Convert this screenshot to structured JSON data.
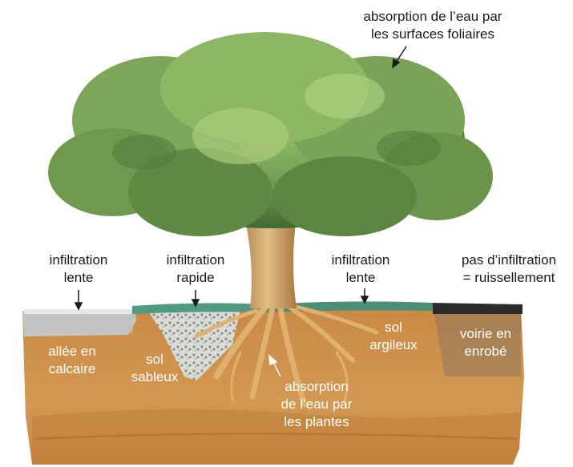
{
  "labels": {
    "leaf_absorption": [
      "absorption de l’eau par",
      "les surfaces foliaires"
    ],
    "slow_infiltration_left": [
      "infiltration",
      "lente"
    ],
    "fast_infiltration": [
      "infiltration",
      "rapide"
    ],
    "slow_infiltration_right": [
      "infiltration",
      "lente"
    ],
    "no_infiltration": [
      "pas d’infiltration",
      "= ruissellement"
    ],
    "limestone_path": [
      "allée en",
      "calcaire"
    ],
    "sandy_soil": [
      "sol",
      "sableux"
    ],
    "plant_absorption": [
      "absorption",
      "de l’eau par",
      "les plantes"
    ],
    "clay_soil": [
      "sol",
      "argileux"
    ],
    "asphalt_road": [
      "voirie en",
      "enrobé"
    ]
  },
  "colors": {
    "soil": "#c98a45",
    "soil_dark": "#a9682c",
    "grass": "#4f9a82",
    "asphalt": "#2b2b2b",
    "limestone": "#c8c8c8",
    "foliage": "#6f9a4e",
    "trunk": "#c79a63"
  }
}
